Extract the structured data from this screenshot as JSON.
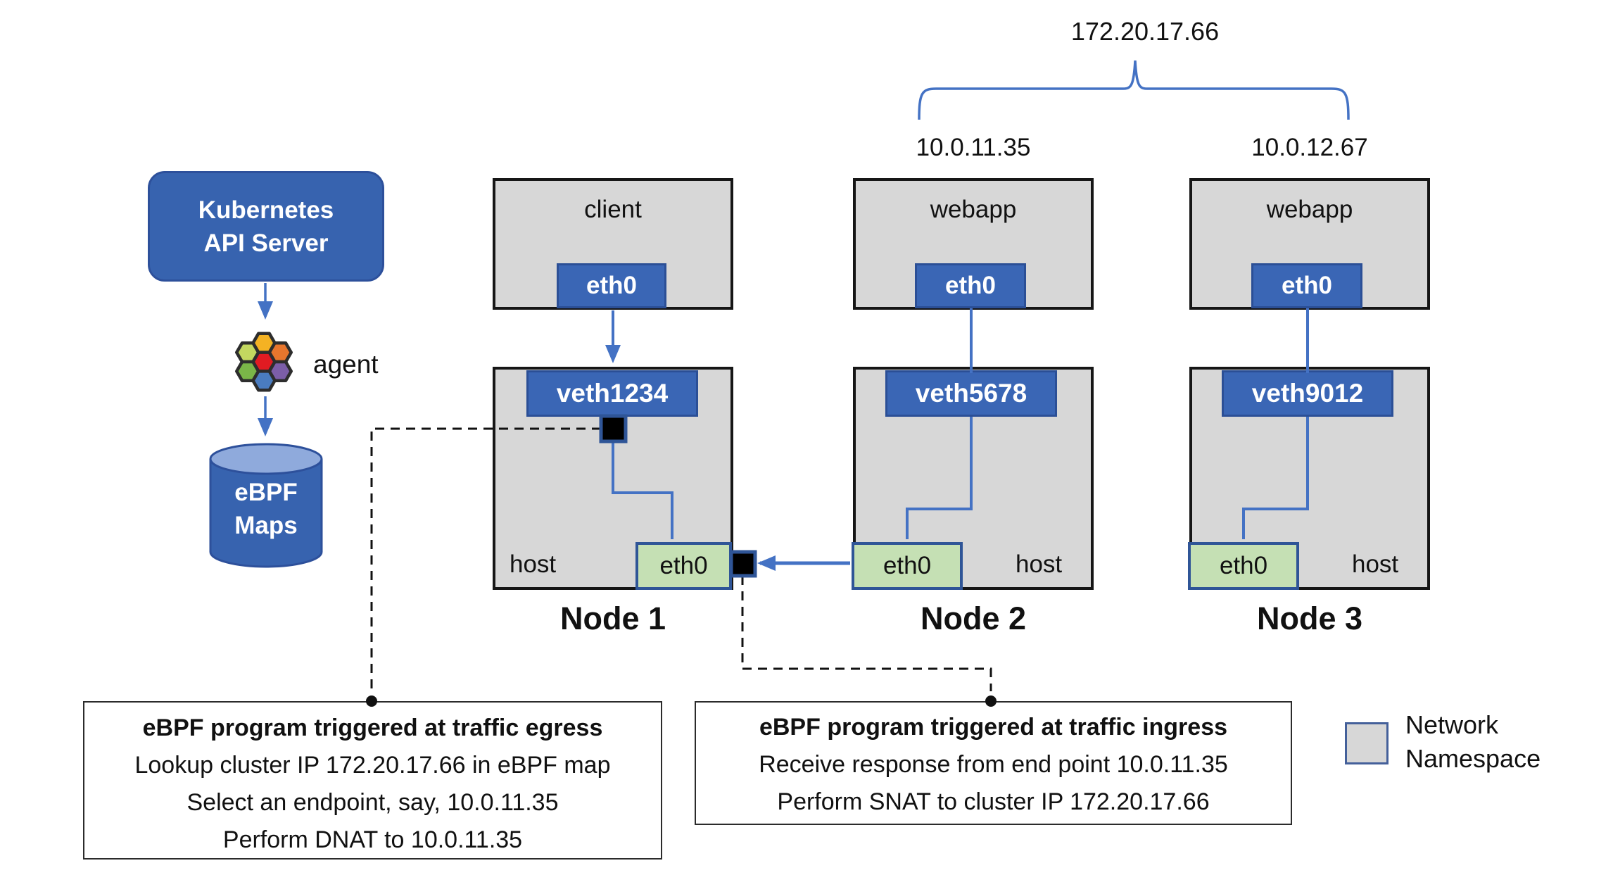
{
  "service": {
    "cluster_ip": "172.20.17.66",
    "endpoint_ips": [
      "10.0.11.35",
      "10.0.12.67"
    ]
  },
  "control_plane": {
    "api_server": "Kubernetes\nAPI Server",
    "agent": "agent",
    "ebpf_maps": "eBPF\nMaps"
  },
  "nodes": [
    {
      "name": "Node 1",
      "pod": "client",
      "pod_iface": "eth0",
      "veth": "veth1234",
      "host": "host",
      "host_iface": "eth0"
    },
    {
      "name": "Node 2",
      "pod": "webapp",
      "pod_iface": "eth0",
      "veth": "veth5678",
      "host": "host",
      "host_iface": "eth0"
    },
    {
      "name": "Node 3",
      "pod": "webapp",
      "pod_iface": "eth0",
      "veth": "veth9012",
      "host": "host",
      "host_iface": "eth0"
    }
  ],
  "callouts": {
    "egress": {
      "title": "eBPF program triggered at traffic egress",
      "lines": [
        "Lookup cluster IP 172.20.17.66 in eBPF map",
        "Select an endpoint, say, 10.0.11.35",
        "Perform DNAT to 10.0.11.35"
      ]
    },
    "ingress": {
      "title": "eBPF program triggered at traffic ingress",
      "lines": [
        "Receive response from end point 10.0.11.35",
        "Perform SNAT to cluster IP 172.20.17.66"
      ]
    }
  },
  "legend": {
    "label": "Network\nNamespace"
  },
  "icons": {
    "agent": "honeycomb-hexagons-icon",
    "ebpf_maps": "database-cylinder-icon"
  },
  "colors": {
    "badge_blue": "#3A66B5",
    "badge_blue_border": "#2B4F96",
    "connector_blue": "#4472C4",
    "namespace_gray": "#D7D7D7",
    "host_eth_green": "#C5E0B4",
    "green_border": "#2F5597",
    "api_blue": "#3763AF",
    "cylinder_top": "#8FAADC"
  }
}
